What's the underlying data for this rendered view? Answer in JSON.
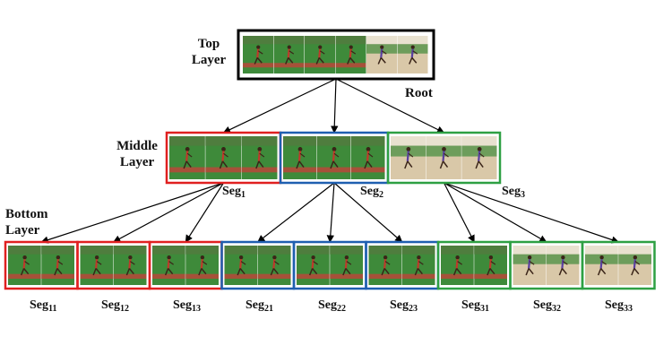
{
  "labels": {
    "top_layer": [
      "Top",
      "Layer"
    ],
    "root": "Root",
    "middle_layer": [
      "Middle",
      "Layer"
    ],
    "bottom_layer": [
      "Bottom",
      "Layer"
    ]
  },
  "middle_segments": [
    {
      "base": "Seg",
      "sub": "1",
      "color": "#e02020"
    },
    {
      "base": "Seg",
      "sub": "2",
      "color": "#1f5fb0"
    },
    {
      "base": "Seg",
      "sub": "3",
      "color": "#2ea043"
    }
  ],
  "bottom_segments": [
    {
      "base": "Seg",
      "sub": "11",
      "color": "#e02020"
    },
    {
      "base": "Seg",
      "sub": "12",
      "color": "#e02020"
    },
    {
      "base": "Seg",
      "sub": "13",
      "color": "#e02020"
    },
    {
      "base": "Seg",
      "sub": "21",
      "color": "#1f5fb0"
    },
    {
      "base": "Seg",
      "sub": "22",
      "color": "#1f5fb0"
    },
    {
      "base": "Seg",
      "sub": "23",
      "color": "#1f5fb0"
    },
    {
      "base": "Seg",
      "sub": "31",
      "color": "#2ea043"
    },
    {
      "base": "Seg",
      "sub": "32",
      "color": "#2ea043"
    },
    {
      "base": "Seg",
      "sub": "33",
      "color": "#2ea043"
    }
  ],
  "colors": {
    "root_border": "#000000",
    "track_green": "#3e8a3a",
    "track_red": "#b8473a",
    "sand": "#d9c8a8",
    "athlete": "#c0392b"
  }
}
